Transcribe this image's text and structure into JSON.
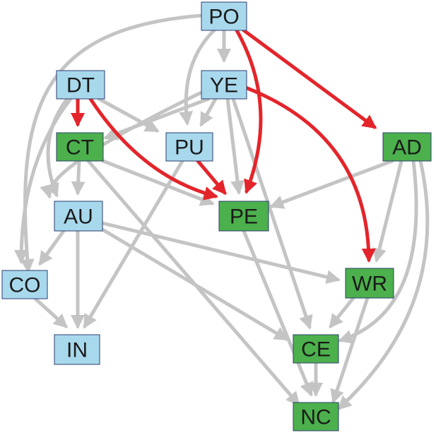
{
  "colors": {
    "blue_fill": "#a8d8ec",
    "green_fill": "#4cb04c",
    "node_border": "#2c3e6e",
    "gray_edge": "#c4c4c4",
    "red_edge": "#e3252b"
  },
  "nodes": [
    {
      "id": "PO",
      "label": "PO",
      "group": "blue"
    },
    {
      "id": "DT",
      "label": "DT",
      "group": "blue"
    },
    {
      "id": "YE",
      "label": "YE",
      "group": "blue"
    },
    {
      "id": "CT",
      "label": "CT",
      "group": "green"
    },
    {
      "id": "PU",
      "label": "PU",
      "group": "blue"
    },
    {
      "id": "AD",
      "label": "AD",
      "group": "green"
    },
    {
      "id": "AU",
      "label": "AU",
      "group": "blue"
    },
    {
      "id": "PE",
      "label": "PE",
      "group": "green"
    },
    {
      "id": "CO",
      "label": "CO",
      "group": "blue"
    },
    {
      "id": "WR",
      "label": "WR",
      "group": "green"
    },
    {
      "id": "IN",
      "label": "IN",
      "group": "blue"
    },
    {
      "id": "CE",
      "label": "CE",
      "group": "green"
    },
    {
      "id": "NC",
      "label": "NC",
      "group": "green"
    }
  ],
  "edges": [
    {
      "from": "PO",
      "to": "CO",
      "color": "gray"
    },
    {
      "from": "PO",
      "to": "YE",
      "color": "gray"
    },
    {
      "from": "PO",
      "to": "PU",
      "color": "gray"
    },
    {
      "from": "PO",
      "to": "PE",
      "color": "red"
    },
    {
      "from": "PO",
      "to": "AD",
      "color": "red"
    },
    {
      "from": "DT",
      "to": "CT",
      "color": "red"
    },
    {
      "from": "DT",
      "to": "PE",
      "color": "red"
    },
    {
      "from": "DT",
      "to": "PU",
      "color": "gray"
    },
    {
      "from": "DT",
      "to": "AU",
      "color": "gray"
    },
    {
      "from": "DT",
      "to": "CO",
      "color": "gray"
    },
    {
      "from": "YE",
      "to": "CT",
      "color": "gray"
    },
    {
      "from": "YE",
      "to": "PU",
      "color": "gray"
    },
    {
      "from": "YE",
      "to": "PE",
      "color": "gray"
    },
    {
      "from": "YE",
      "to": "CE",
      "color": "gray"
    },
    {
      "from": "YE",
      "to": "WR",
      "color": "red"
    },
    {
      "from": "YE",
      "to": "AU",
      "color": "gray"
    },
    {
      "from": "CT",
      "to": "AU",
      "color": "gray"
    },
    {
      "from": "CT",
      "to": "PE",
      "color": "gray"
    },
    {
      "from": "CT",
      "to": "NC",
      "color": "gray"
    },
    {
      "from": "PU",
      "to": "PE",
      "color": "red"
    },
    {
      "from": "PU",
      "to": "IN",
      "color": "gray"
    },
    {
      "from": "AD",
      "to": "PE",
      "color": "gray"
    },
    {
      "from": "AD",
      "to": "WR",
      "color": "gray"
    },
    {
      "from": "AD",
      "to": "CE",
      "color": "gray"
    },
    {
      "from": "AD",
      "to": "NC",
      "color": "gray"
    },
    {
      "from": "AU",
      "to": "CO",
      "color": "gray"
    },
    {
      "from": "AU",
      "to": "IN",
      "color": "gray"
    },
    {
      "from": "AU",
      "to": "WR",
      "color": "gray"
    },
    {
      "from": "AU",
      "to": "CE",
      "color": "gray"
    },
    {
      "from": "CO",
      "to": "IN",
      "color": "gray"
    },
    {
      "from": "PE",
      "to": "NC",
      "color": "gray"
    },
    {
      "from": "WR",
      "to": "CE",
      "color": "gray"
    },
    {
      "from": "WR",
      "to": "NC",
      "color": "gray"
    },
    {
      "from": "CE",
      "to": "NC",
      "color": "gray"
    }
  ]
}
